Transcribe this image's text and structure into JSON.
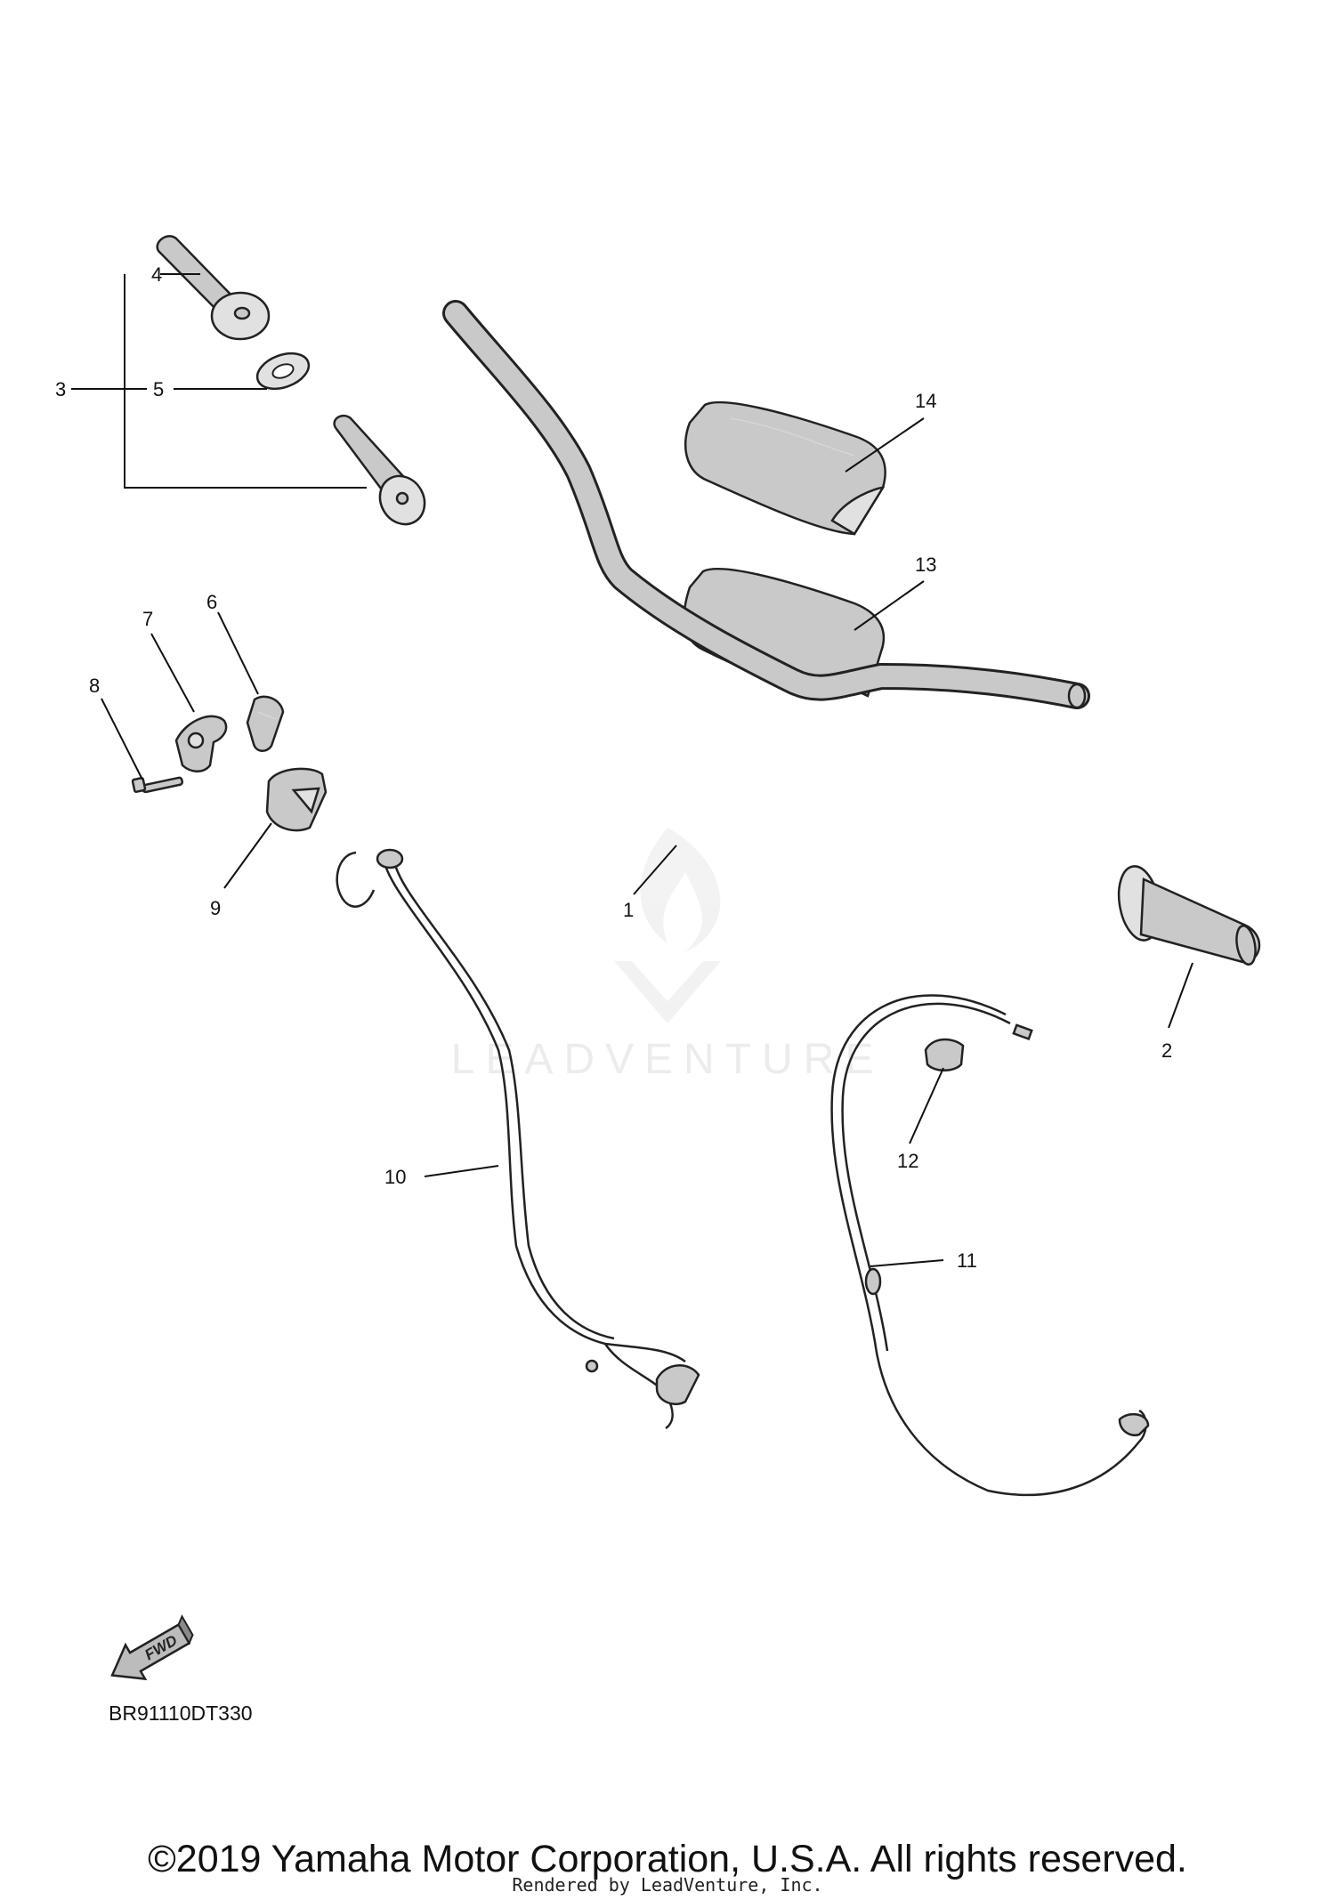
{
  "callouts": {
    "c1": "1",
    "c2": "2",
    "c3": "3",
    "c4": "4",
    "c5": "5",
    "c6": "6",
    "c7": "7",
    "c8": "8",
    "c9": "9",
    "c10": "10",
    "c11": "11",
    "c12": "12",
    "c13": "13",
    "c14": "14"
  },
  "fwd_arrow_label": "FWD",
  "diagram_code": "BR91110DT330",
  "watermark": "LEADVENTURE",
  "copyright": "©2019 Yamaha Motor Corporation, U.S.A. All rights reserved.",
  "rendered_by": "Rendered by LeadVenture, Inc.",
  "colors": {
    "line": "#222222",
    "part_fill": "#c9c9c9",
    "watermark": "#ececec"
  }
}
